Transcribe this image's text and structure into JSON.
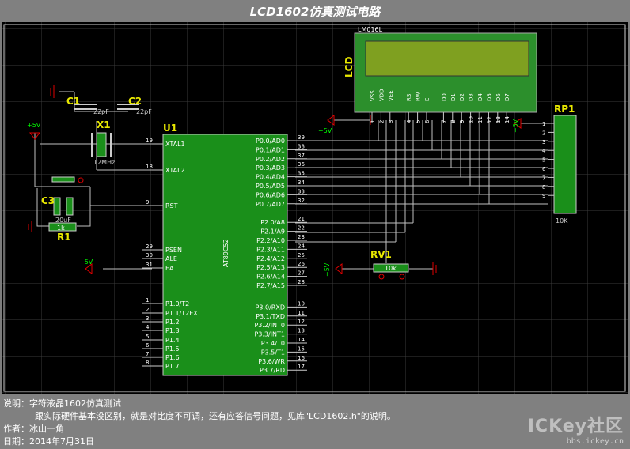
{
  "window": {
    "title": "LCD1602仿真测试电路"
  },
  "lcd": {
    "model": "LM016L",
    "label": "LCD",
    "pins_text": [
      "VSS",
      "VDD",
      "VEE",
      "RS",
      "RW",
      "E",
      "D0",
      "D1",
      "D2",
      "D3",
      "D4",
      "D5",
      "D6",
      "D7"
    ],
    "pin_numbers": [
      "1",
      "2",
      "3",
      "4",
      "5",
      "6",
      "7",
      "8",
      "9",
      "10",
      "11",
      "12",
      "13",
      "14"
    ]
  },
  "mcu": {
    "ref": "U1",
    "part": "AT89C52",
    "left_pins": [
      {
        "num": "19",
        "name": "XTAL1"
      },
      {
        "num": "18",
        "name": "XTAL2"
      },
      {
        "num": "9",
        "name": "RST"
      },
      {
        "num": "29",
        "name": "PSEN"
      },
      {
        "num": "30",
        "name": "ALE"
      },
      {
        "num": "31",
        "name": "EA"
      },
      {
        "num": "1",
        "name": "P1.0/T2"
      },
      {
        "num": "2",
        "name": "P1.1/T2EX"
      },
      {
        "num": "3",
        "name": "P1.2"
      },
      {
        "num": "4",
        "name": "P1.3"
      },
      {
        "num": "5",
        "name": "P1.4"
      },
      {
        "num": "6",
        "name": "P1.5"
      },
      {
        "num": "7",
        "name": "P1.6"
      },
      {
        "num": "8",
        "name": "P1.7"
      }
    ],
    "right_pins": [
      {
        "num": "39",
        "name": "P0.0/AD0"
      },
      {
        "num": "38",
        "name": "P0.1/AD1"
      },
      {
        "num": "37",
        "name": "P0.2/AD2"
      },
      {
        "num": "36",
        "name": "P0.3/AD3"
      },
      {
        "num": "35",
        "name": "P0.4/AD4"
      },
      {
        "num": "34",
        "name": "P0.5/AD5"
      },
      {
        "num": "33",
        "name": "P0.6/AD6"
      },
      {
        "num": "32",
        "name": "P0.7/AD7"
      },
      {
        "num": "21",
        "name": "P2.0/A8"
      },
      {
        "num": "22",
        "name": "P2.1/A9"
      },
      {
        "num": "23",
        "name": "P2.2/A10"
      },
      {
        "num": "24",
        "name": "P2.3/A11"
      },
      {
        "num": "25",
        "name": "P2.4/A12"
      },
      {
        "num": "26",
        "name": "P2.5/A13"
      },
      {
        "num": "27",
        "name": "P2.6/A14"
      },
      {
        "num": "28",
        "name": "P2.7/A15"
      },
      {
        "num": "10",
        "name": "P3.0/RXD"
      },
      {
        "num": "11",
        "name": "P3.1/TXD"
      },
      {
        "num": "12",
        "name": "P3.2/INT0"
      },
      {
        "num": "13",
        "name": "P3.3/INT1"
      },
      {
        "num": "14",
        "name": "P3.4/T0"
      },
      {
        "num": "15",
        "name": "P3.5/T1"
      },
      {
        "num": "16",
        "name": "P3.6/WR"
      },
      {
        "num": "17",
        "name": "P3.7/RD"
      }
    ]
  },
  "c1": {
    "ref": "C1",
    "value": "22pF"
  },
  "c2": {
    "ref": "C2",
    "value": "22pF"
  },
  "x1": {
    "ref": "X1",
    "value": "12MHz"
  },
  "c3": {
    "ref": "C3",
    "value": "20uF"
  },
  "r1": {
    "ref": "R1",
    "value": "1k"
  },
  "rv1": {
    "ref": "RV1",
    "value": "10k"
  },
  "rp1": {
    "ref": "RP1",
    "value": "10K",
    "pins": [
      "1",
      "2",
      "3",
      "4",
      "5",
      "6",
      "7",
      "8",
      "9"
    ]
  },
  "power": {
    "label": "+5V"
  },
  "info": {
    "line1": "说明：字符液晶1602仿真测试",
    "line2": "跟实际硬件基本没区别，就是对比度不可调，还有应答信号问题，见库\"LCD1602.h\"的说明。",
    "line3": "作者：冰山一角",
    "line4": "日期：2014年7月31日"
  },
  "watermark": {
    "brand": "ICKey社区",
    "url": "bbs.ickey.cn"
  },
  "colors": {
    "green": "#1a8f1a",
    "wire": "#bfbfbf",
    "label": "#e8e800",
    "pin": "#ffffff",
    "power": "#e00000"
  }
}
